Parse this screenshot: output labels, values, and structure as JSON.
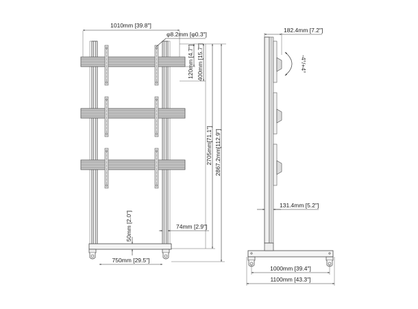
{
  "front_view": {
    "overall_width": "1010mm [39.8\"]",
    "bolt_diameter": "φ8.2mm [φ0.3\"]",
    "rail_spacing_small": "120mm [4.7\"]",
    "rail_spacing_large": "400mm [15.7\"]",
    "height_to_top_rail": "2705mm[71.1\"]",
    "overall_height": "2867.2mm[112.9\"]",
    "post_depth": "74mm [2.9\"]",
    "base_clearance": "50mm [2.0\"]",
    "post_spacing": "750mm [29.5\"]"
  },
  "side_view": {
    "overall_depth_top": "182.4mm [7.2\"]",
    "tilt_range": "-4°/+4°",
    "post_depth": "131.4mm [5.2\"]",
    "caster_spacing": "1000mm [39.4\"]",
    "base_length": "1100mm [43.3\"]"
  },
  "colors": {
    "line": "#333333",
    "rail_fill": "#bdbdbd",
    "rail_dark": "#7a7a7a",
    "dimension_line": "#444444"
  }
}
